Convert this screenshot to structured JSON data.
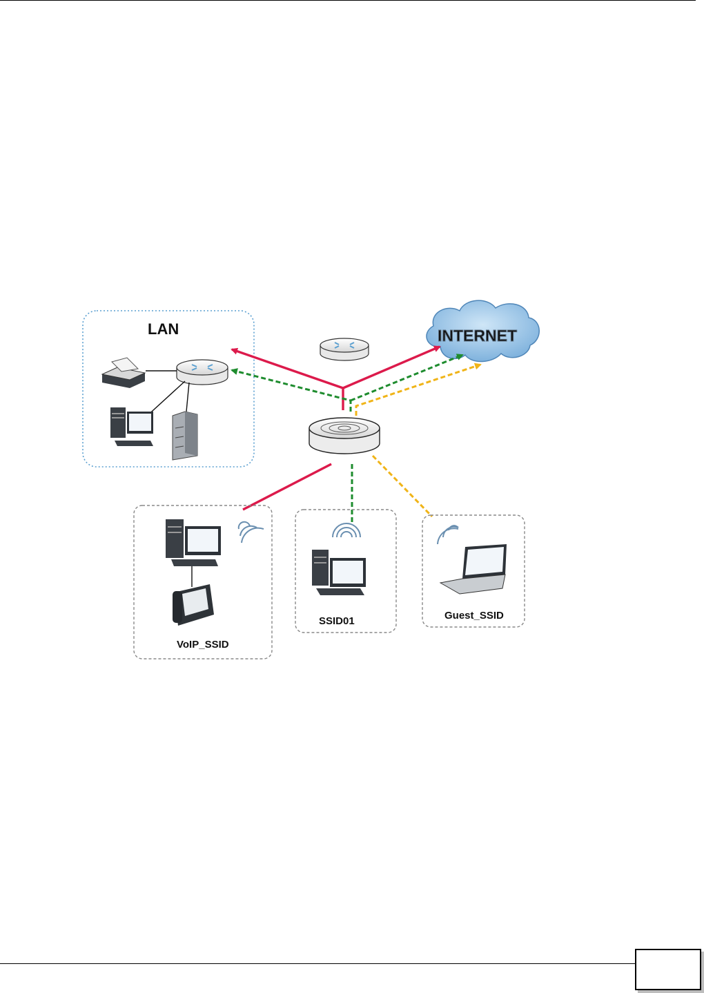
{
  "diagram": {
    "lan_label": "LAN",
    "internet_label": "INTERNET",
    "ssid_voip": "VoIP_SSID",
    "ssid_01": "SSID01",
    "ssid_guest": "Guest_SSID"
  },
  "footer": {
    "page_number": ""
  },
  "colors": {
    "red": "#dc1a4b",
    "green": "#1e8c2e",
    "yellow": "#f0b418",
    "frame": "#5a9fd0",
    "frame_gray": "#888888"
  }
}
